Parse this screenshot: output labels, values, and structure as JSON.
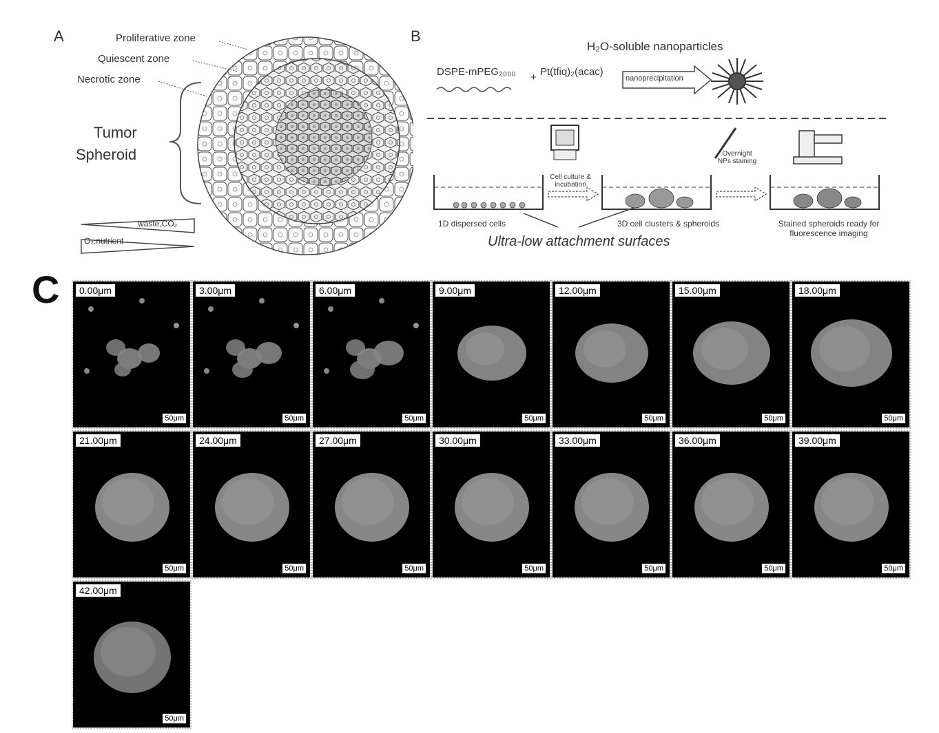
{
  "panel_a": {
    "letter": "A",
    "proliferative_zone": "Proliferative zone",
    "quiescent_zone": "Quiescent zone",
    "necrotic_zone": "Necrotic zone",
    "tumor": "Tumor",
    "spheroid": "Spheroid",
    "waste": "waste,CO₂",
    "nutrient": "O₂,nutrient"
  },
  "panel_b": {
    "letter": "B",
    "nanoparticles": "H₂O-soluble nanoparticles",
    "dspe": "DSPE-mPEG₂₀₀₀",
    "plus": "+",
    "complex": "Pt(tfiq)₂(acac)",
    "nanoprecipitation": "nanoprecipitation",
    "cell_culture": "Cell culture & incubation",
    "overnight": "Overnight NPs staining",
    "dispersed": "1D dispersed cells",
    "clusters": "3D cell clusters & spheroids",
    "stained": "Stained spheroids ready for fluorescence imaging",
    "surfaces": "Ultra-low attachment surfaces"
  },
  "panel_c": {
    "letter": "C",
    "scale_label": "50μm",
    "frames": [
      {
        "time": "0.00μm",
        "stage": 0
      },
      {
        "time": "3.00μm",
        "stage": 1
      },
      {
        "time": "6.00μm",
        "stage": 2
      },
      {
        "time": "9.00μm",
        "stage": 3
      },
      {
        "time": "12.00μm",
        "stage": 4
      },
      {
        "time": "15.00μm",
        "stage": 5
      },
      {
        "time": "18.00μm",
        "stage": 6
      },
      {
        "time": "21.00μm",
        "stage": 7
      },
      {
        "time": "24.00μm",
        "stage": 7
      },
      {
        "time": "27.00μm",
        "stage": 7
      },
      {
        "time": "30.00μm",
        "stage": 7
      },
      {
        "time": "33.00μm",
        "stage": 7
      },
      {
        "time": "36.00μm",
        "stage": 7
      },
      {
        "time": "39.00μm",
        "stage": 7
      },
      {
        "time": "42.00μm",
        "stage": 8
      }
    ]
  }
}
